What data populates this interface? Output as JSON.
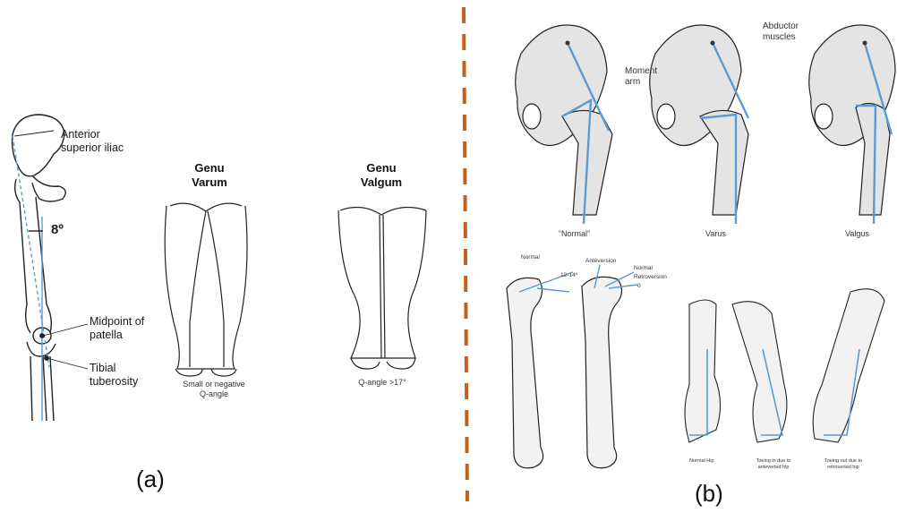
{
  "panel_a": {
    "label": "(a)",
    "femur": {
      "anterior_superior_iliac": "Anterior\nsuperior iliac",
      "angle": "8º",
      "midpoint_patella": "Midpoint of\npatella",
      "tibial_tuberosity": "Tibial\ntuberosity"
    },
    "genu_varum": {
      "title": "Genu\nVarum",
      "caption": "Small or negative\nQ-angle"
    },
    "genu_valgum": {
      "title": "Genu\nValgum",
      "caption": "Q-angle >17°"
    }
  },
  "panel_b": {
    "label": "(b)",
    "hips": {
      "abductor_muscles": "Abductor\nmuscles",
      "moment_arm": "Moment\narm",
      "normal": "“Normal”",
      "varus": "Varus",
      "valgus": "Valgus"
    },
    "version": {
      "normal": "Normal",
      "angle": "12-14º",
      "anteversion": "Anteversion",
      "normal2": "Normal",
      "retroversion": "Retroversion",
      "zero": "0"
    },
    "feet": {
      "normal_hip": "Normal Hip",
      "toeing_in": "Toeing in due to\nanteverted hip",
      "toeing_out": "Toeing out due to\nretroverted hip"
    }
  },
  "colors": {
    "divider": "#c0621e",
    "axis_line": "#5b9bd5",
    "bone_fill": "#e4e4e4",
    "ink": "#222222"
  }
}
